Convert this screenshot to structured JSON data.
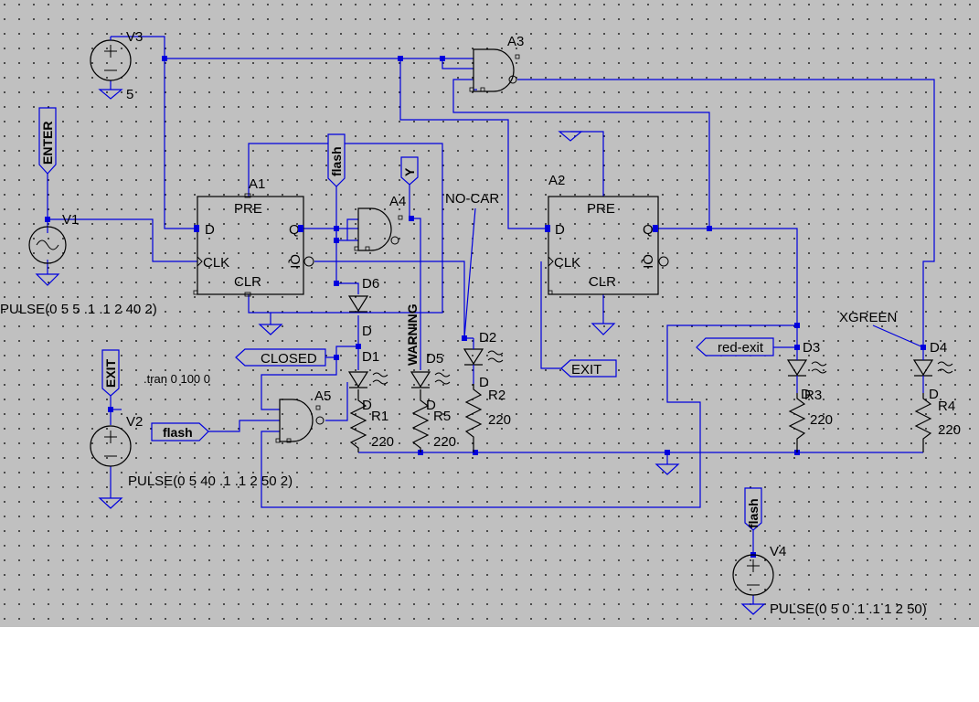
{
  "components": {
    "V1": {
      "name": "V1",
      "value": "PULSE(0 5 5 .1 .1 2 40 2)"
    },
    "V2": {
      "name": "V2",
      "value": "PULSE(0 5 40 .1 .1 2 50 2)"
    },
    "V3": {
      "name": "V3",
      "value": "5"
    },
    "V4": {
      "name": "V4",
      "value": "PULSE(0 5 0 .1 .1 1 2 50)"
    },
    "A1": {
      "name": "A1",
      "pre": "PRE",
      "d": "D",
      "q": "Q",
      "clk": "CLK",
      "qbar": "QI",
      "clr": "CLR"
    },
    "A2": {
      "name": "A2",
      "pre": "PRE",
      "d": "D",
      "q": "Q",
      "clk": "CLK",
      "qbar": "QI",
      "clr": "CLR"
    },
    "A3": {
      "name": "A3"
    },
    "A4": {
      "name": "A4"
    },
    "A5": {
      "name": "A5"
    },
    "D1": {
      "name": "D1"
    },
    "D2": {
      "name": "D2"
    },
    "D3": {
      "name": "D3"
    },
    "D4": {
      "name": "D4"
    },
    "D5": {
      "name": "D5"
    },
    "D6": {
      "name": "D6"
    },
    "R1": {
      "name": "R1",
      "value": "220"
    },
    "R2": {
      "name": "R2",
      "value": "220"
    },
    "R3": {
      "name": "R3",
      "value": "220"
    },
    "R4": {
      "name": "R4",
      "value": "220"
    },
    "R5": {
      "name": "R5",
      "value": "220"
    },
    "diode_pin": "D"
  },
  "labels": {
    "enter": "ENTER",
    "exit": "EXIT",
    "flash_top": "flash",
    "flash_input": "flash",
    "flash_v4": "flash",
    "y": "Y",
    "closed": "CLOSED",
    "exit_port": "EXIT",
    "red_exit": "red-exit",
    "warning": "WARNING",
    "no_car": "NO-CAR",
    "xgreen": "XGREEN"
  },
  "directive": ".tran 0 100 0",
  "colors": {
    "wire": "#0000dd",
    "background": "#c0c0c0",
    "grid_dot": "#000000",
    "text": "#000000"
  }
}
